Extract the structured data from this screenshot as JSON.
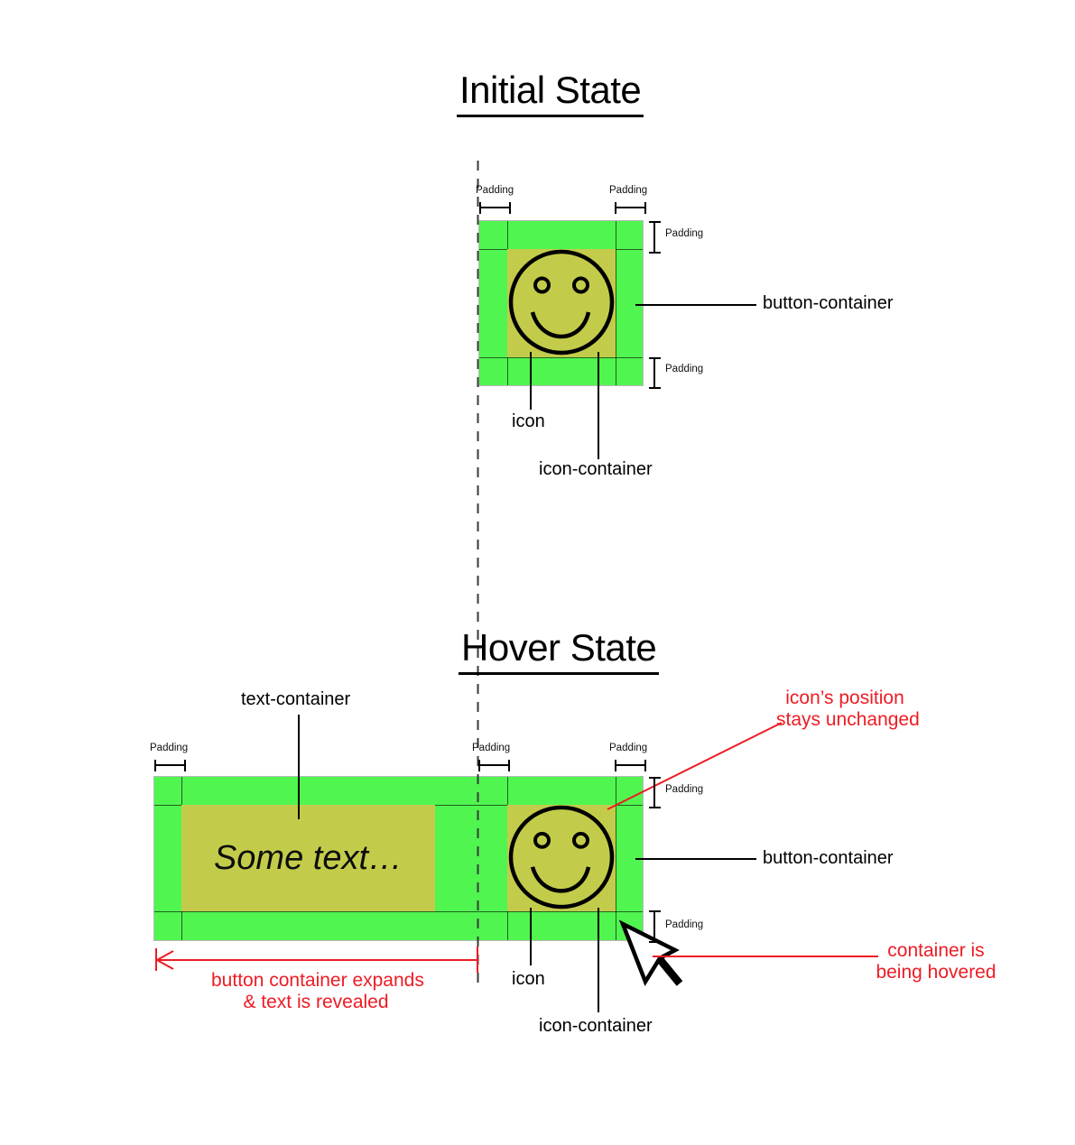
{
  "shared": {
    "padding_label": "Padding"
  },
  "colors": {
    "button_green": "#50f550",
    "container_olive": "#c3cc4a",
    "annotation_red": "#ed1c24",
    "line_black": "#000000"
  },
  "initial": {
    "title": "Initial State",
    "button_container_label": "button-container",
    "icon_label": "icon",
    "icon_container_label": "icon-container"
  },
  "hover": {
    "title": "Hover State",
    "text_container_label": "text-container",
    "some_text": "Some text…",
    "button_container_label": "button-container",
    "icon_label": "icon",
    "icon_container_label": "icon-container",
    "icon_position_note_line1": "icon’s position",
    "icon_position_note_line2": "stays unchanged",
    "expand_note_line1": "button container expands",
    "expand_note_line2": "& text is revealed",
    "hovered_note_line1": "container is",
    "hovered_note_line2": "being hovered"
  }
}
